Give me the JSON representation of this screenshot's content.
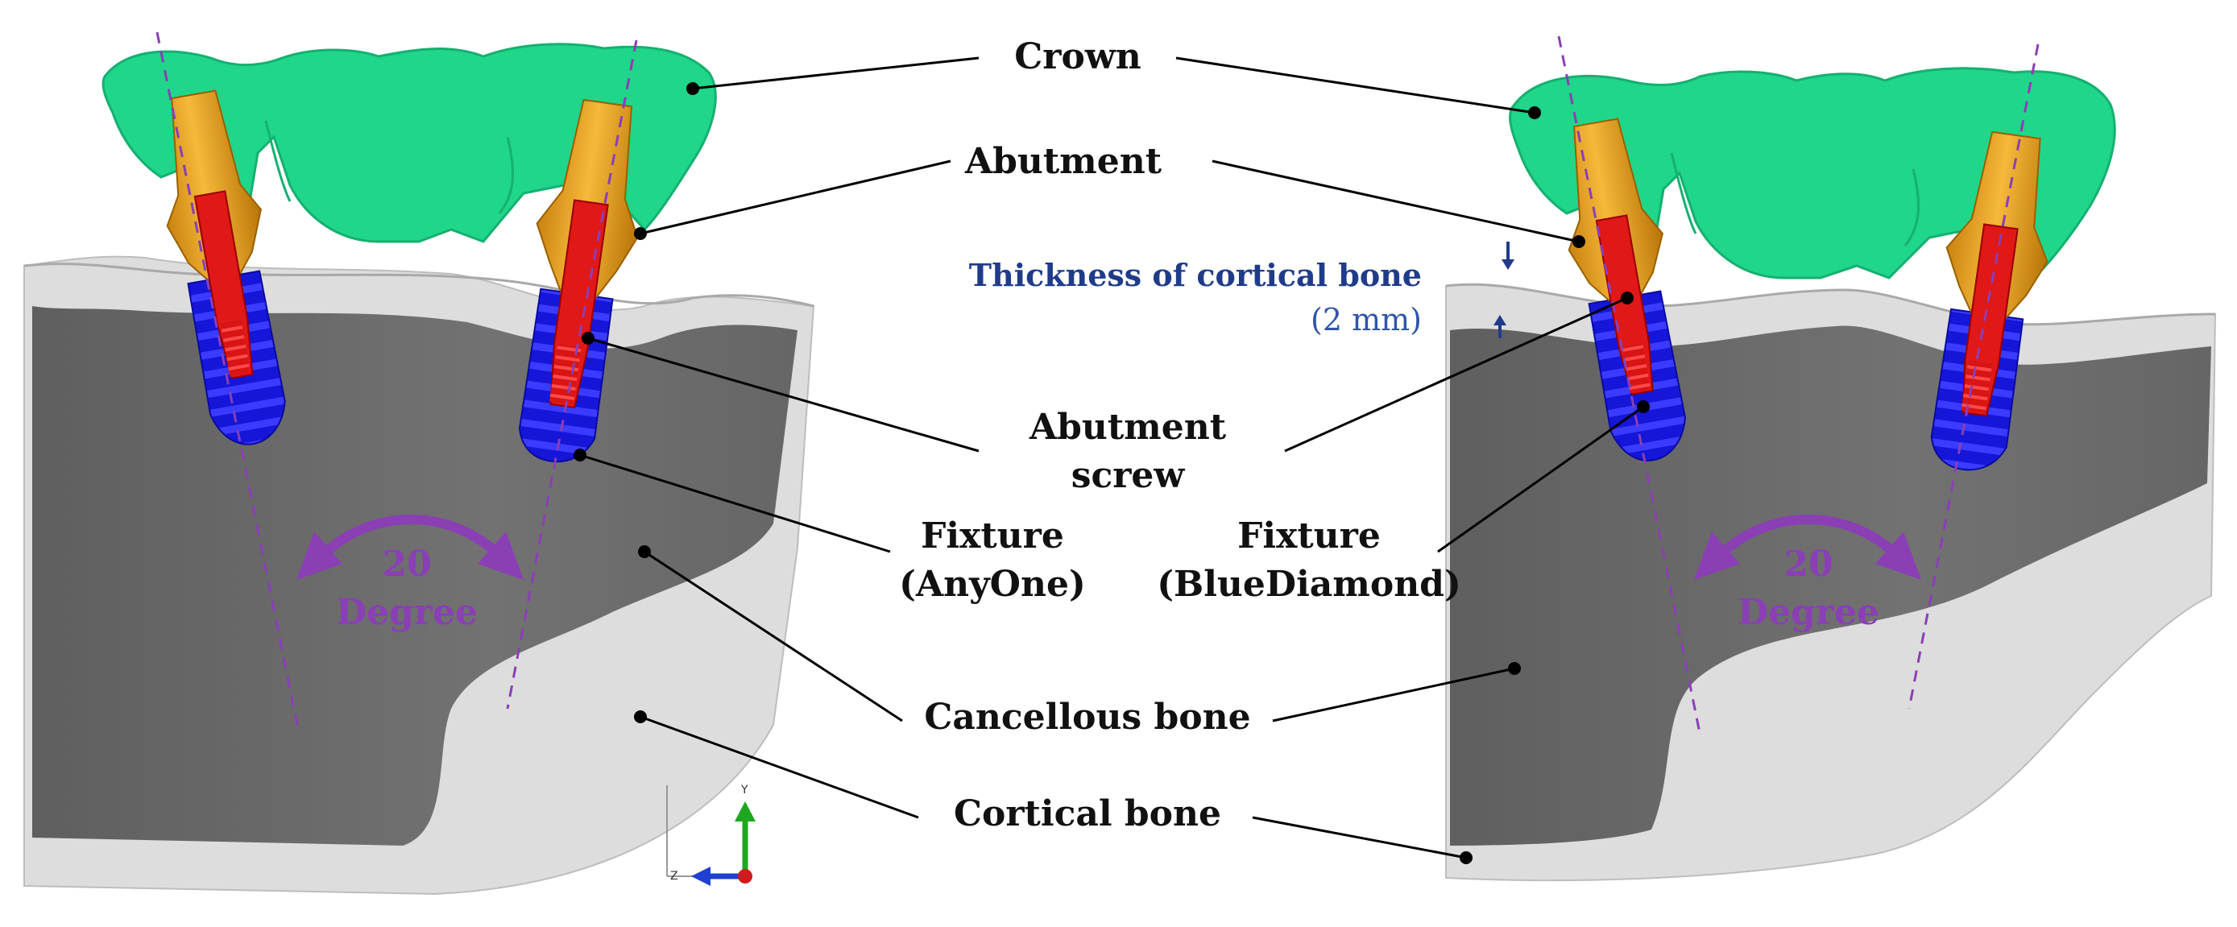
{
  "labels": {
    "crown": "Crown",
    "abutment": "Abutment",
    "abutment_screw_line1": "Abutment",
    "abutment_screw_line2": "screw",
    "fixture_anyone_line1": "Fixture",
    "fixture_anyone_line2": "(AnyOne)",
    "fixture_bluediamond_line1": "Fixture",
    "fixture_bluediamond_line2": "(BlueDiamond)",
    "cancellous_bone": "Cancellous bone",
    "cortical_bone": "Cortical bone"
  },
  "annotation": {
    "thickness_line1": "Thickness of cortical bone",
    "thickness_line2": "(2 mm)"
  },
  "angle": {
    "value": "20",
    "unit": "Degree"
  },
  "axis_triad": {
    "y": "Y",
    "z": "Z"
  },
  "colors": {
    "crown": "#1fd68a",
    "abutment": "#f0a820",
    "screw": "#e01818",
    "fixture": "#1a1ae6",
    "cancellous": "#6e6e6e",
    "cortical": "#dcdcdc",
    "angle": "#8a3fb5",
    "annotation": "#1f3b8a"
  }
}
